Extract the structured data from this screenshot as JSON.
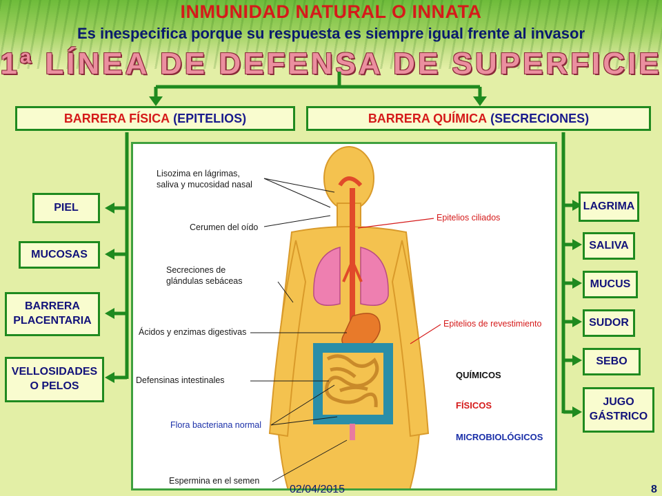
{
  "header": {
    "title": "INMUNIDAD NATURAL O INNATA",
    "subtitle": "Es inespecifica porque su respuesta es siempre igual frente al invasor",
    "heading": "1ª LÍNEA DE DEFENSA DE SUPERFICIE"
  },
  "barriers": {
    "fisica": {
      "main": "BARRERA FÍSICA",
      "detail": "(EPITELIOS)"
    },
    "quimica": {
      "main": "BARRERA QUÍMICA",
      "detail": "(SECRECIONES)"
    }
  },
  "physical_items": [
    {
      "label": "PIEL"
    },
    {
      "label": "MUCOSAS"
    },
    {
      "label": "BARRERA\nPLACENTARIA"
    },
    {
      "label": "VELLOSIDADES\nO PELOS"
    }
  ],
  "chemical_items": [
    {
      "label": "LAGRIMA"
    },
    {
      "label": "SALIVA"
    },
    {
      "label": "MUCUS"
    },
    {
      "label": "SUDOR"
    },
    {
      "label": "SEBO"
    },
    {
      "label": "JUGO\nGÁSTRICO"
    }
  ],
  "figure": {
    "labels": {
      "lisozima": "Lisozima en lágrimas,\nsaliva y mucosidad nasal",
      "cerumen": "Cerumen del oído",
      "secreciones": "Secreciones de\nglándulas sebáceas",
      "acidos": "Ácidos y enzimas digestivas",
      "defensinas": "Defensinas intestinales",
      "flora": "Flora bacteriana normal",
      "espermina": "Espermina en el semen",
      "ciliados": "Epitelios ciliados",
      "revestimiento": "Epitelios de revestimiento"
    },
    "legend": {
      "quimicos": "QUÍMICOS",
      "fisicos": "FÍSICOS",
      "micro": "MICROBIOLÓGICOS"
    }
  },
  "footer": {
    "date": "02/04/2015",
    "page": "8"
  },
  "colors": {
    "green": "#1f8a1f",
    "red": "#d51a1a",
    "navy": "#12127a",
    "box_bg": "#f9fccf"
  }
}
